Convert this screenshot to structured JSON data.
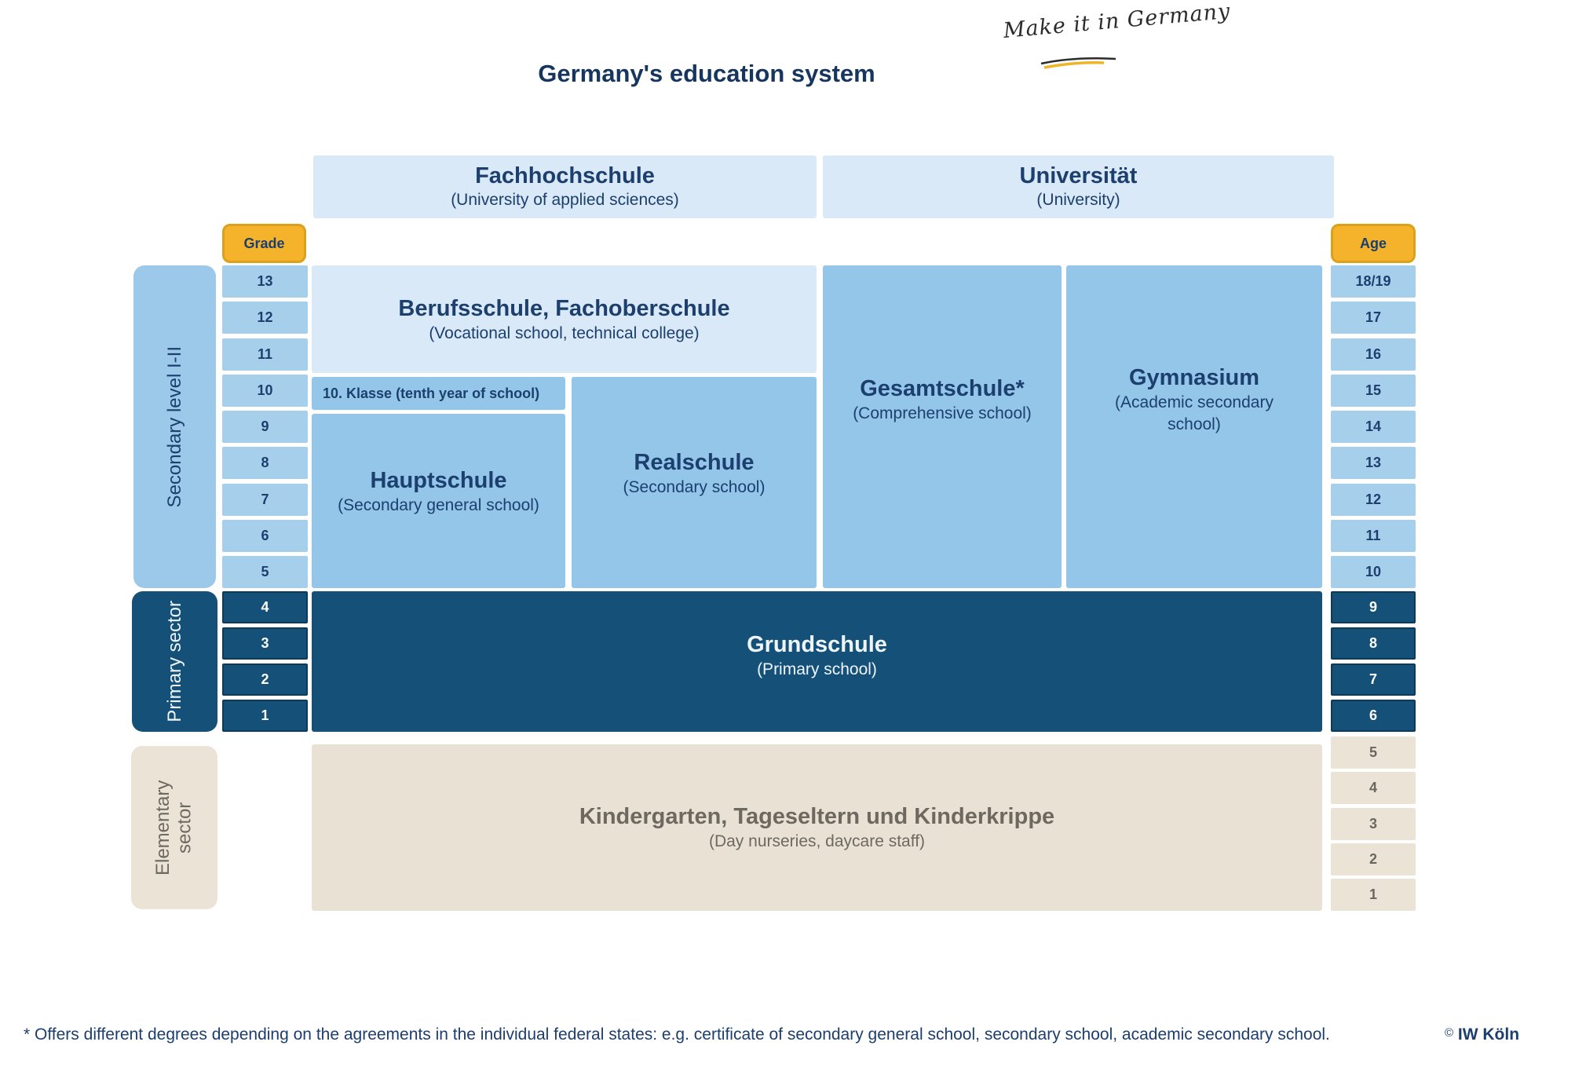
{
  "title": "Germany's education system",
  "logo": {
    "text": "Make it in Germany"
  },
  "colors": {
    "navy": "#155079",
    "blue": "#93c6e9",
    "blue_cell": "#a6cfeb",
    "pale_blue": "#d9e9f8",
    "beige": "#e9e2d4",
    "yellow": "#f4b32a",
    "text_navy": "#1c3f6e",
    "text_gray": "#6d6860"
  },
  "headers": {
    "fachhochschule": {
      "name": "Fachhochschule",
      "sub": "(University of applied sciences)"
    },
    "universitaet": {
      "name": "Universität",
      "sub": "(University)"
    }
  },
  "axis": {
    "grade_label": "Grade",
    "age_label": "Age"
  },
  "grades": {
    "secondary": [
      "13",
      "12",
      "11",
      "10",
      "9",
      "8",
      "7",
      "6",
      "5"
    ],
    "primary": [
      "4",
      "3",
      "2",
      "1"
    ]
  },
  "ages": {
    "secondary": [
      "18/19",
      "17",
      "16",
      "15",
      "14",
      "13",
      "12",
      "11",
      "10"
    ],
    "primary": [
      "9",
      "8",
      "7",
      "6"
    ],
    "elementary": [
      "5",
      "4",
      "3",
      "2",
      "1"
    ]
  },
  "sectors": [
    {
      "label": "Secondary level I-II"
    },
    {
      "label": "Primary sector"
    },
    {
      "label": "Elementary sector"
    }
  ],
  "boxes": {
    "berufsschule": {
      "name": "Berufsschule, Fachoberschule",
      "sub": "(Vocational school, technical college)"
    },
    "klasse10": {
      "label": "10. Klasse (tenth year of school)"
    },
    "hauptschule": {
      "name": "Hauptschule",
      "sub": "(Secondary general school)"
    },
    "realschule": {
      "name": "Realschule",
      "sub": "(Secondary school)"
    },
    "gesamtschule": {
      "name": "Gesamtschule*",
      "sub": "(Comprehensive school)"
    },
    "gymnasium": {
      "name": "Gymnasium",
      "sub": "(Academic secondary school)"
    },
    "grundschule": {
      "name": "Grundschule",
      "sub": "(Primary school)"
    },
    "kindergarten": {
      "name": "Kindergarten, Tageseltern und Kinderkrippe",
      "sub": "(Day nurseries, daycare staff)"
    }
  },
  "footnote": "* Offers different degrees depending on the agreements in the individual federal states: e.g. certificate of secondary general school, secondary school, academic secondary school.",
  "credit": {
    "symbol": "©",
    "text": "IW Köln"
  }
}
